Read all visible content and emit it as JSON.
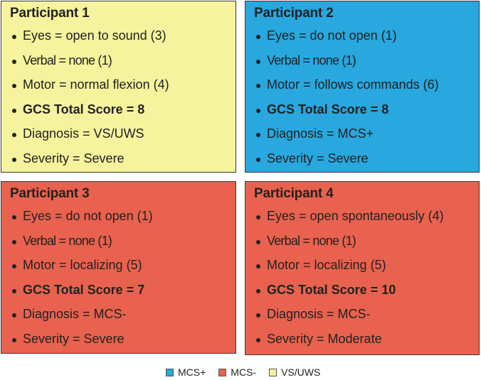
{
  "colors": {
    "mcs_plus": "#29a7df",
    "mcs_minus": "#e8624f",
    "vs_uws": "#f6f39e"
  },
  "panels": [
    {
      "title": "Participant 1",
      "category": "VS/UWS",
      "color": "#f6f39e",
      "items": [
        "Eyes = open to sound (3)",
        "Verbal = none (1)",
        "Motor = normal flexion (4)",
        "GCS Total Score = 8",
        "Diagnosis = VS/UWS",
        "Severity = Severe"
      ]
    },
    {
      "title": "Participant 2",
      "category": "MCS+",
      "color": "#29a7df",
      "items": [
        "Eyes = do not open (1)",
        "Verbal = none (1)",
        "Motor = follows commands (6)",
        "GCS Total Score = 8",
        "Diagnosis = MCS+",
        "Severity = Severe"
      ]
    },
    {
      "title": "Participant 3",
      "category": "MCS-",
      "color": "#e8624f",
      "items": [
        "Eyes = do not open (1)",
        "Verbal = none (1)",
        "Motor = localizing (5)",
        "GCS Total Score = 7",
        "Diagnosis = MCS-",
        "Severity = Severe"
      ]
    },
    {
      "title": "Participant 4",
      "category": "MCS-",
      "color": "#e8624f",
      "items": [
        "Eyes = open spontaneously (4)",
        "Verbal = none (1)",
        "Motor = localizing (5)",
        "GCS Total Score = 10",
        "Diagnosis = MCS-",
        "Severity = Moderate"
      ]
    }
  ],
  "legend": [
    {
      "label": "MCS+",
      "color": "#29a7df"
    },
    {
      "label": "MCS-",
      "color": "#e8624f"
    },
    {
      "label": "VS/UWS",
      "color": "#f6f39e"
    }
  ]
}
